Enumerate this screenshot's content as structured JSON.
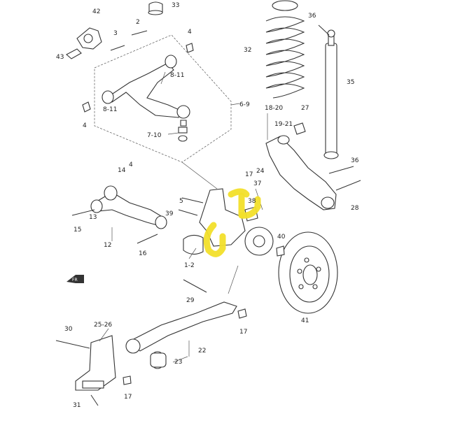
{
  "diagram": {
    "callouts": [
      "42",
      "33",
      "3",
      "2",
      "4",
      "43",
      "8-11",
      "8-11",
      "4",
      "6-9",
      "7-10",
      "32",
      "36",
      "35",
      "18-20",
      "19-21",
      "27",
      "17",
      "24",
      "36",
      "14",
      "4",
      "37",
      "38",
      "5",
      "39",
      "40",
      "13",
      "15",
      "12",
      "16",
      "1-2",
      "28",
      "29",
      "17",
      "41",
      "30",
      "25-26",
      "22",
      "23",
      "17",
      "31"
    ],
    "highlight_color": "#f2df2a",
    "line_color": "#333333",
    "direction_icon": "front-arrow-icon"
  }
}
